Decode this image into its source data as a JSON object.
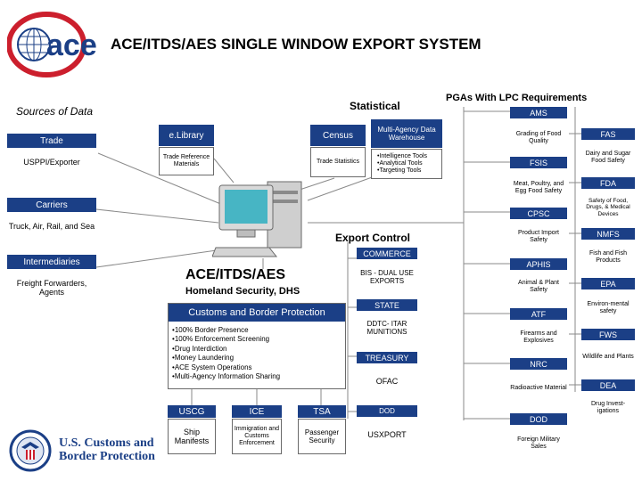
{
  "header": {
    "logo_text": "ace",
    "title": "ACE/ITDS/AES SINGLE WINDOW EXPORT SYSTEM"
  },
  "sources": {
    "heading": "Sources of Data",
    "trade": "Trade",
    "trade_sub": "USPPI/Exporter",
    "carriers": "Carriers",
    "carriers_sub": "Truck, Air, Rail, and Sea",
    "intermediaries": "Intermediaries",
    "intermediaries_sub": "Freight Forwarders, Agents"
  },
  "statistical": {
    "heading": "Statistical",
    "elibrary": "e.Library",
    "elibrary_sub": "Trade Reference Materials",
    "census": "Census",
    "census_sub": "Trade Statistics",
    "warehouse": "Multi-Agency Data Warehouse",
    "warehouse_bullets": [
      "Intelligence Tools",
      "Analytical Tools",
      "Targeting Tools"
    ]
  },
  "center": {
    "system": "ACE/ITDS/AES",
    "dept": "Homeland Security, DHS",
    "cbp": "Customs and Border Protection",
    "cbp_bullets": [
      "100% Border Presence",
      "100% Enforcement Screening",
      "Drug Interdiction",
      "Money Laundering",
      "ACE System Operations",
      "Multi-Agency Information Sharing"
    ]
  },
  "dhs_components": [
    {
      "name": "USCG",
      "desc": "Ship Manifests"
    },
    {
      "name": "ICE",
      "desc": "Immigration and Customs Enforcement"
    },
    {
      "name": "TSA",
      "desc": "Passenger Security"
    }
  ],
  "export_control": {
    "heading": "Export Control",
    "items": [
      {
        "name": "COMMERCE",
        "desc": "BIS - DUAL USE EXPORTS"
      },
      {
        "name": "STATE",
        "desc": "DDTC- ITAR MUNITIONS"
      },
      {
        "name": "TREASURY",
        "desc": "OFAC"
      },
      {
        "name": "DOD",
        "desc": "USXPORT"
      }
    ]
  },
  "pgas": {
    "heading": "PGAs With LPC Requirements",
    "left": [
      {
        "name": "AMS",
        "desc": "Grading of Food Quality"
      },
      {
        "name": "FSIS",
        "desc": "Meat, Poultry, and Egg Food Safety"
      },
      {
        "name": "CPSC",
        "desc": "Product Import Safety"
      },
      {
        "name": "APHIS",
        "desc": "Animal & Plant Safety"
      },
      {
        "name": "ATF",
        "desc": "Firearms and Explosives"
      },
      {
        "name": "NRC",
        "desc": "Radioactive Material"
      },
      {
        "name": "DOD",
        "desc": "Foreign Military Sales"
      }
    ],
    "right": [
      {
        "name": "FAS",
        "desc": "Dairy and Sugar Food Safety"
      },
      {
        "name": "FDA",
        "desc": "Safety of Food, Drugs, & Medical Devices"
      },
      {
        "name": "NMFS",
        "desc": "Fish and Fish Products"
      },
      {
        "name": "EPA",
        "desc": "Environ-mental safety"
      },
      {
        "name": "FWS",
        "desc": "Wildlife and Plants"
      },
      {
        "name": "DEA",
        "desc": "Drug Invest-igations"
      }
    ]
  },
  "footer": {
    "agency_line1": "U.S. Customs and",
    "agency_line2": "Border Protection"
  },
  "colors": {
    "accent": "#1b3f86",
    "red": "#cc1f2d",
    "line": "#8a8a8a"
  }
}
